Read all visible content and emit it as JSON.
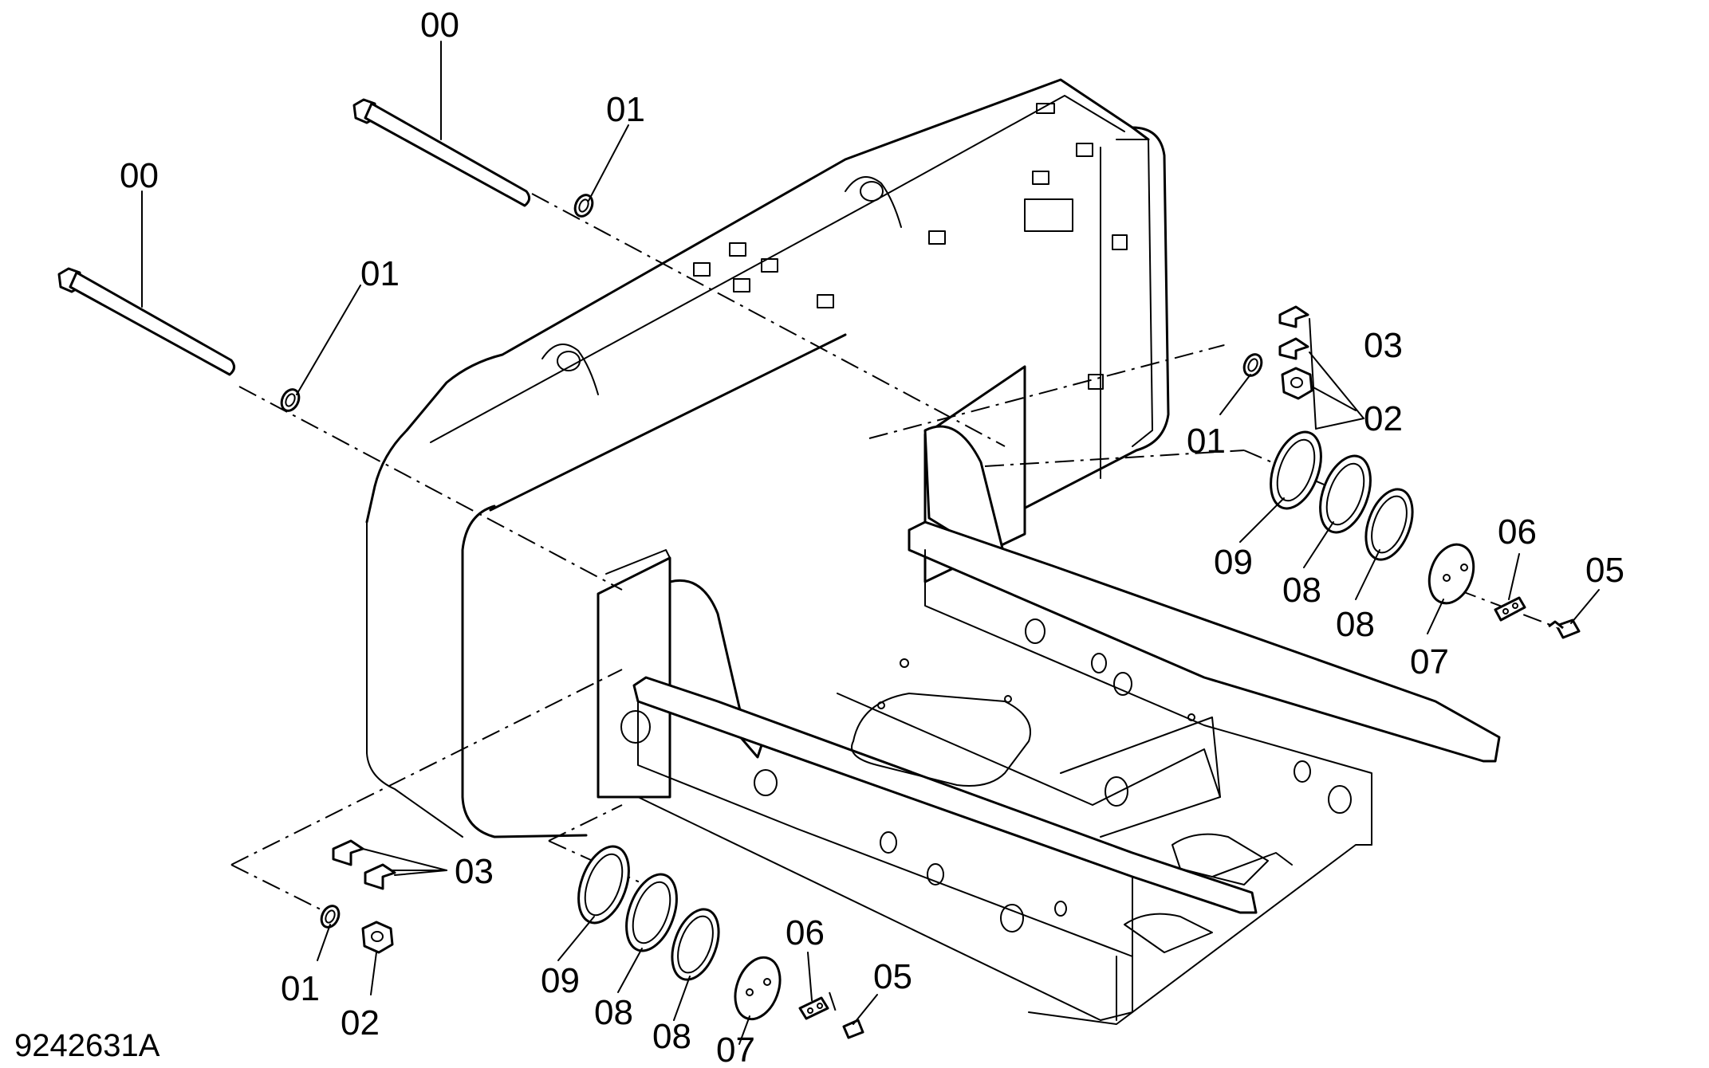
{
  "figure_id": "9242631A",
  "callouts": {
    "bolt_upper": "00",
    "bolt_lower": "00",
    "washer_upper": "01",
    "washer_lower": "01",
    "washer_right": "01",
    "washer_bottom": "01",
    "clip_right": "03",
    "clip_left": "03",
    "nut_right": "02",
    "nut_left": "02",
    "shim_r_09": "09",
    "shim_r_08a": "08",
    "shim_r_08b": "08",
    "plate_r_07": "07",
    "lock_r_06": "06",
    "bolt_r_05": "05",
    "shim_l_09": "09",
    "shim_l_08a": "08",
    "shim_l_08b": "08",
    "plate_l_07": "07",
    "lock_l_06": "06",
    "bolt_l_05": "05"
  }
}
